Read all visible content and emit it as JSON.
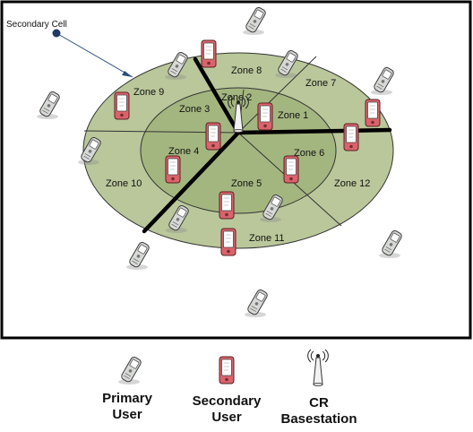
{
  "callout": {
    "label": "Secondary Cell"
  },
  "zones": [
    {
      "id": "zone-1",
      "label": "Zone 1"
    },
    {
      "id": "zone-2",
      "label": "Zone 2"
    },
    {
      "id": "zone-3",
      "label": "Zone 3"
    },
    {
      "id": "zone-4",
      "label": "Zone 4"
    },
    {
      "id": "zone-5",
      "label": "Zone 5"
    },
    {
      "id": "zone-6",
      "label": "Zone 6"
    },
    {
      "id": "zone-7",
      "label": "Zone 7"
    },
    {
      "id": "zone-8",
      "label": "Zone 8"
    },
    {
      "id": "zone-9",
      "label": "Zone 9"
    },
    {
      "id": "zone-10",
      "label": "Zone 10"
    },
    {
      "id": "zone-11",
      "label": "Zone 11"
    },
    {
      "id": "zone-12",
      "label": "Zone 12"
    }
  ],
  "legend": {
    "primary_user": {
      "line1": "Primary",
      "line2": "User"
    },
    "secondary_user": {
      "line1": "Secondary",
      "line2": "User"
    },
    "cr_basestation": {
      "line1": "CR",
      "line2": "Basestation"
    }
  },
  "colors": {
    "outer_ring": "#b9c79a",
    "inner_ring": "#a4b67f",
    "core": "#8ea565",
    "secondary_phone": "#c8434e",
    "primary_phone": "#c9ccc8"
  },
  "icons": {
    "primary_user": "grey-cellphone-icon",
    "secondary_user": "red-cellphone-icon",
    "cr_basestation": "antenna-tower-icon"
  }
}
